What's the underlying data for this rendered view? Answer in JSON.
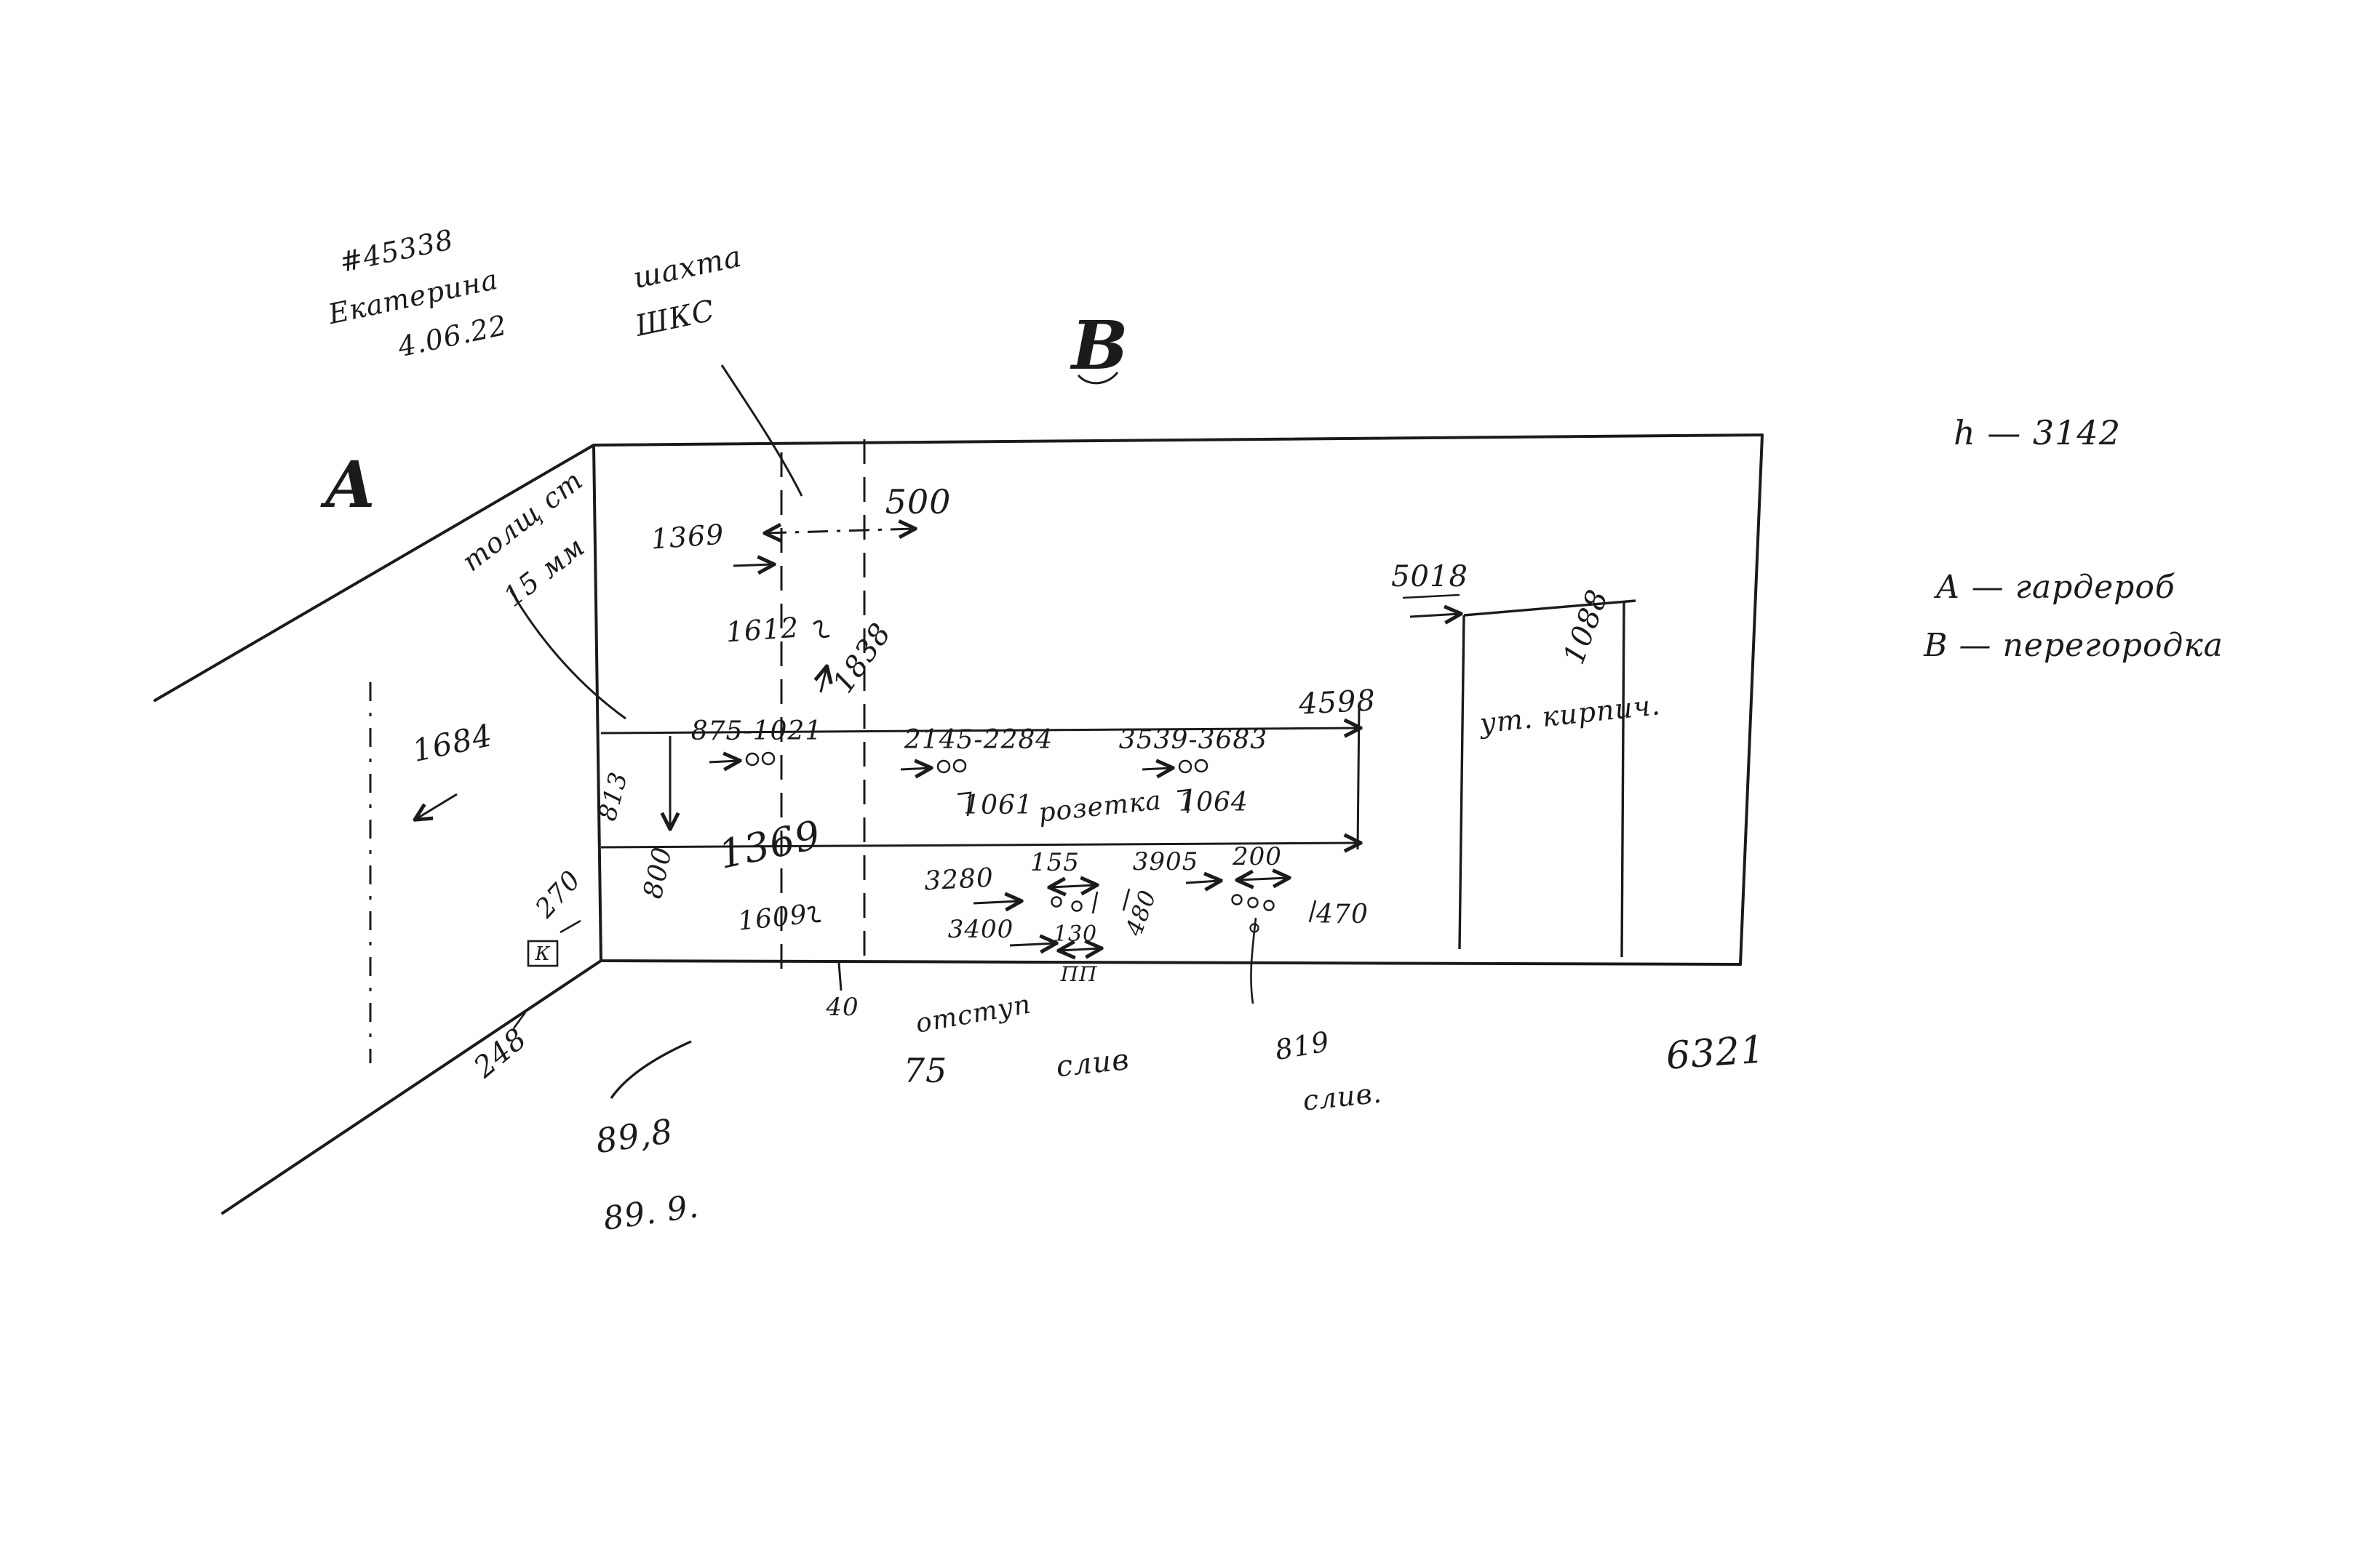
{
  "page": {
    "background": "#ffffff",
    "ink": "#1b1b1b",
    "kind": "hand-drawn wall measurement sketch"
  },
  "header": {
    "order_no": "#45338",
    "client": "Екатерина",
    "date": "4.06.22"
  },
  "shaft": {
    "line1": "шахта",
    "line2": "ШКС"
  },
  "walls": {
    "a_label": "А",
    "b_label": "В"
  },
  "legend": {
    "height": "h — 3142",
    "wall_a": "А — гардероб",
    "wall_b": "В — перегородка"
  },
  "thickness": {
    "line1": "толщ ст",
    "line2": "15 мм"
  },
  "notes": {
    "n898": "89,8",
    "n899": "89. 9.",
    "otstup": "отступ",
    "sliv1": "слив",
    "sliv2": "слив.",
    "rozetka": "розетка",
    "brick": "ут. кирпич.",
    "pp": "ПП",
    "k": "К"
  },
  "dims": {
    "d1684": "1684",
    "d500": "500",
    "d1369_top": "1369",
    "d1612": "1612",
    "d1838": "1838",
    "d4598": "4598",
    "s1": "875-1021",
    "s2": "2145-2284",
    "s3": "3539-3683",
    "d813": "813",
    "d800": "800",
    "d1369_mid": "1369",
    "d1061": "1061",
    "d1064": "1064",
    "d5018": "5018",
    "d1088": "1088",
    "d270": "270",
    "d1609": "1609",
    "d3280": "3280",
    "d155": "155",
    "d3905": "3905",
    "d200": "200",
    "d480": "480",
    "d470": "470",
    "d3400": "3400",
    "d130": "130",
    "d40": "40",
    "d75": "75",
    "d819": "819",
    "d6321": "6321",
    "d248": "248"
  }
}
